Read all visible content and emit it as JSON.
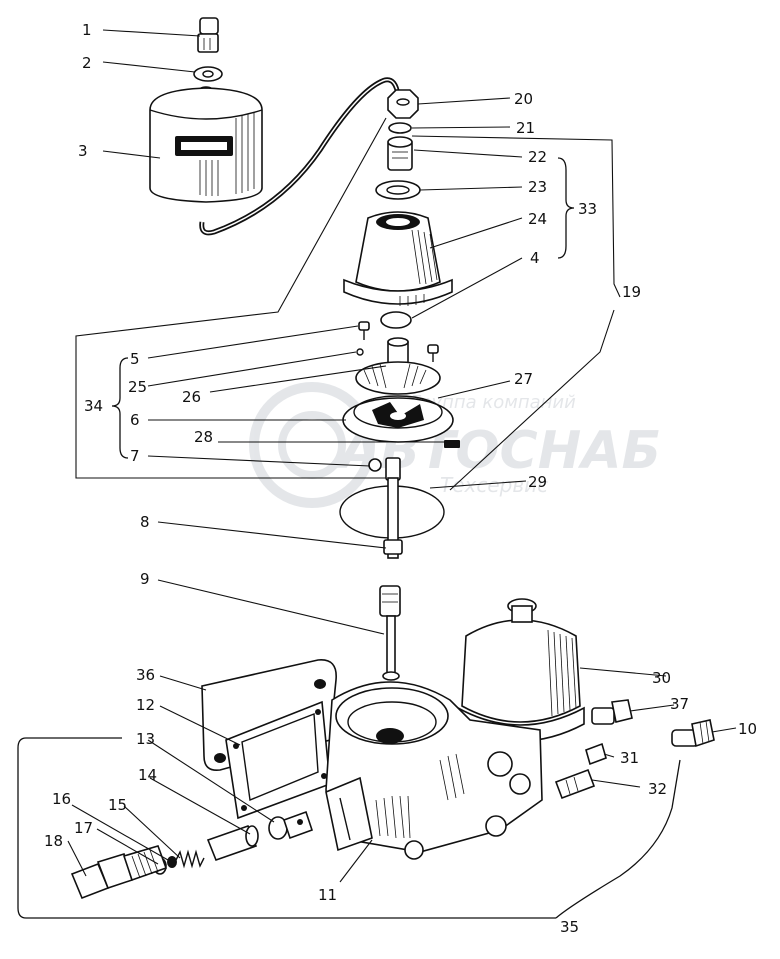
{
  "watermark": {
    "line1": "Группа компаний",
    "line2": "АВТОСНАБ",
    "line3": "Техсервис"
  },
  "part_numbers": [
    "1",
    "2",
    "3",
    "4",
    "5",
    "6",
    "7",
    "8",
    "9",
    "10",
    "11",
    "12",
    "13",
    "14",
    "15",
    "16",
    "17",
    "18",
    "19",
    "20",
    "21",
    "22",
    "23",
    "24",
    "25",
    "26",
    "27",
    "28",
    "29",
    "30",
    "31",
    "32",
    "33",
    "34",
    "35",
    "36",
    "37"
  ]
}
